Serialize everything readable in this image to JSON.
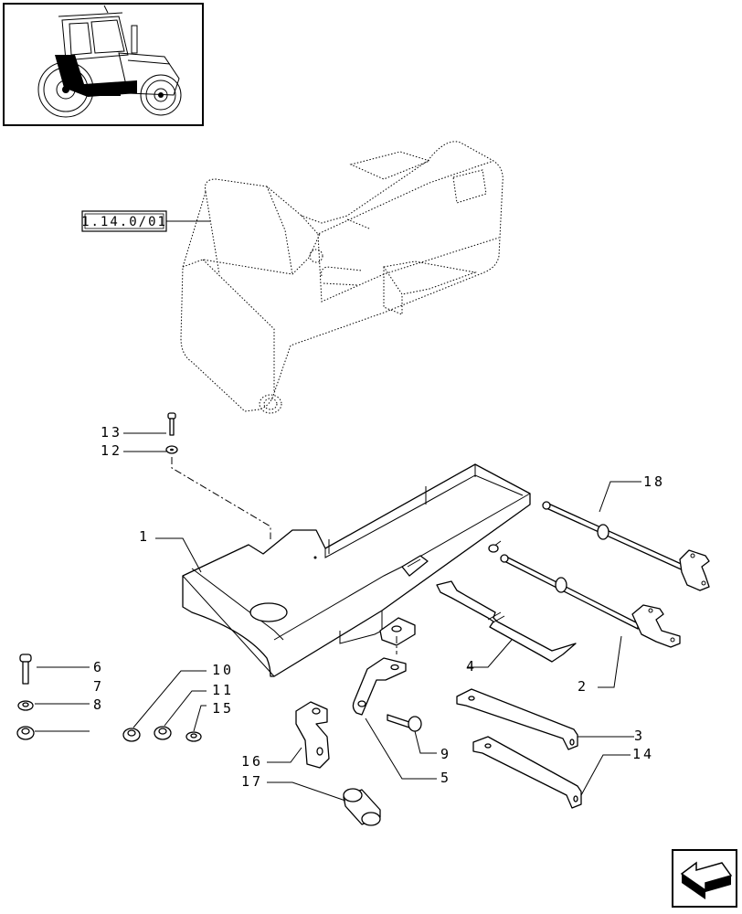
{
  "reference_label": "1.14.0/01",
  "callouts": [
    {
      "id": "c13",
      "label": "13"
    },
    {
      "id": "c12",
      "label": "12"
    },
    {
      "id": "c1",
      "label": "1"
    },
    {
      "id": "c18",
      "label": "18"
    },
    {
      "id": "c6",
      "label": "6"
    },
    {
      "id": "c7",
      "label": "7"
    },
    {
      "id": "c8",
      "label": "8"
    },
    {
      "id": "c10",
      "label": "10"
    },
    {
      "id": "c11",
      "label": "11"
    },
    {
      "id": "c15",
      "label": "15"
    },
    {
      "id": "c4",
      "label": "4"
    },
    {
      "id": "c2",
      "label": "2"
    },
    {
      "id": "c3",
      "label": "3"
    },
    {
      "id": "c9",
      "label": "9"
    },
    {
      "id": "c14",
      "label": "14"
    },
    {
      "id": "c16",
      "label": "16"
    },
    {
      "id": "c5",
      "label": "5"
    },
    {
      "id": "c17",
      "label": "17"
    }
  ],
  "icons": {
    "thumbnail": "tractor-thumbnail-icon",
    "navigation": "next-page-arrow-icon"
  }
}
